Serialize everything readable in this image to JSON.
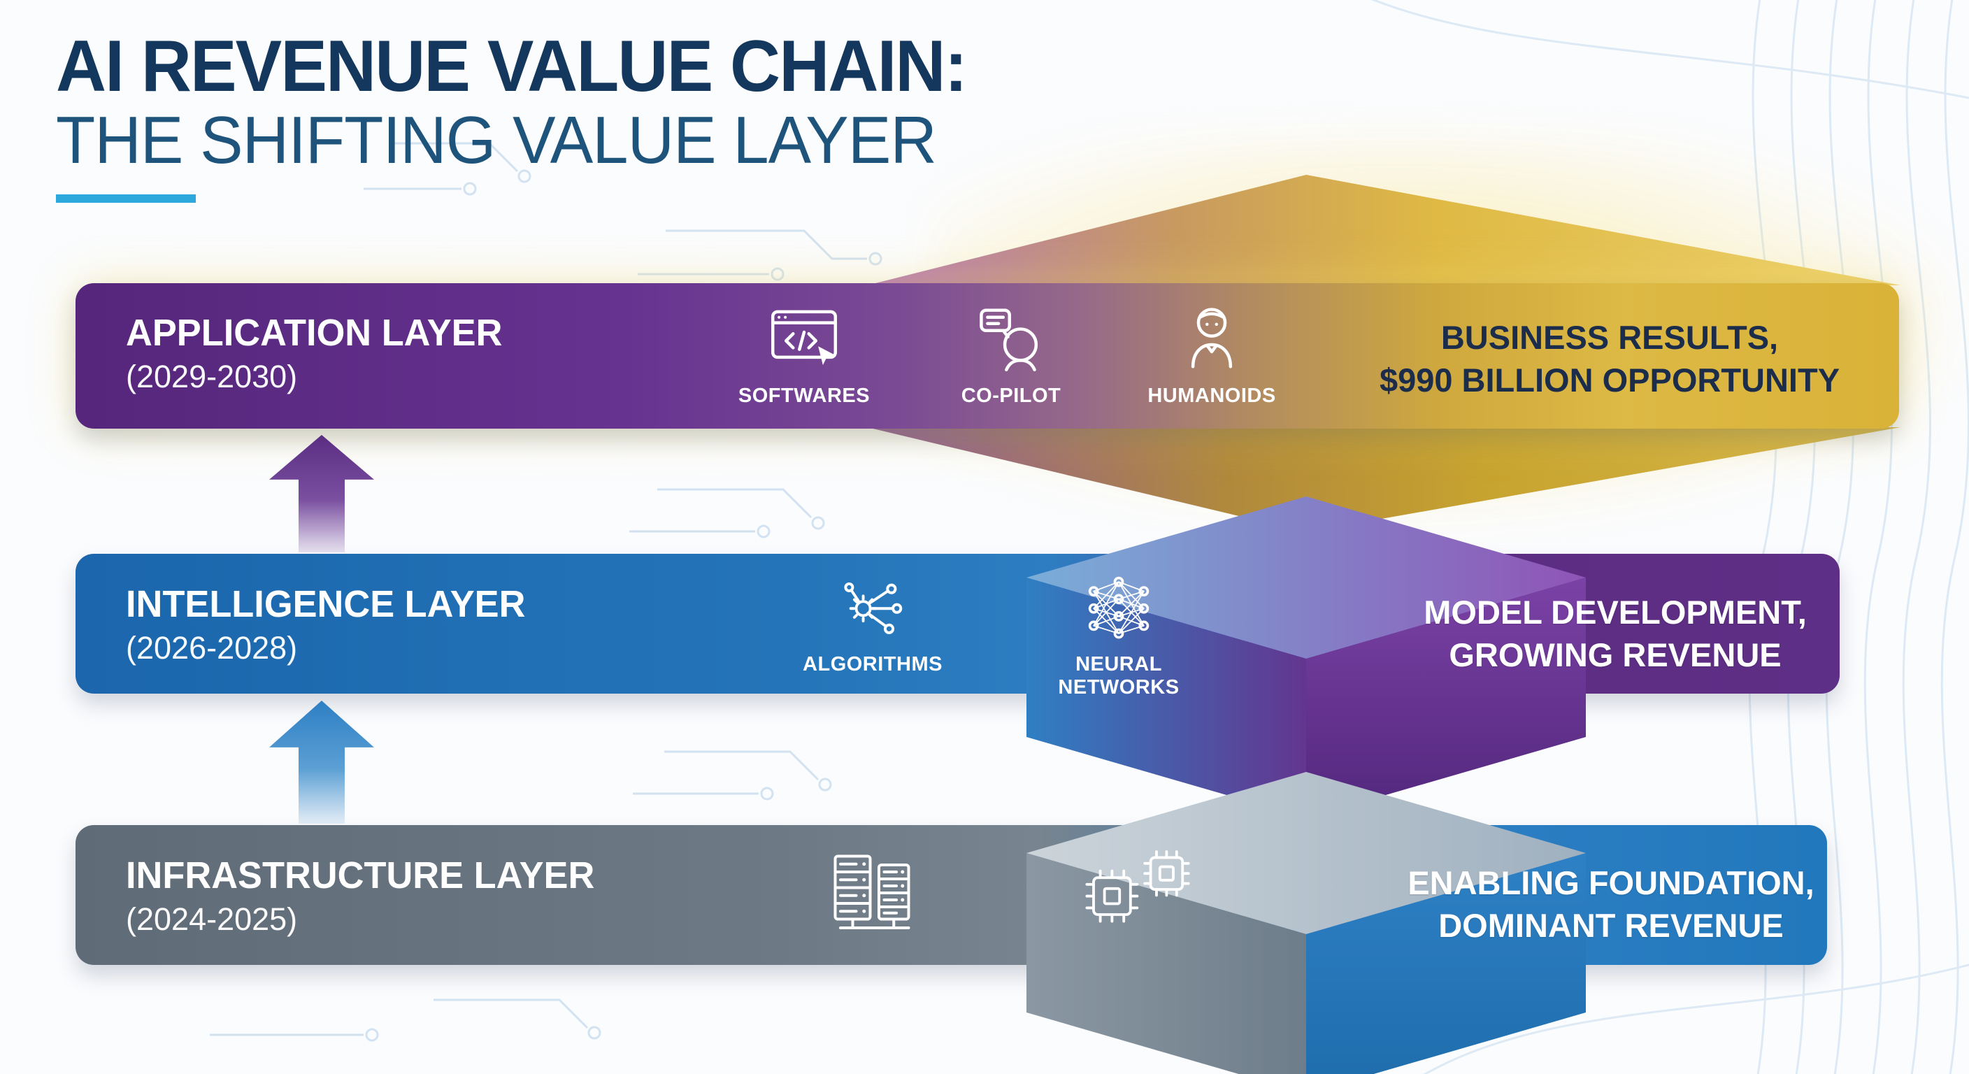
{
  "title": {
    "line1": "AI REVENUE VALUE CHAIN:",
    "line2": "THE SHIFTING VALUE LAYER"
  },
  "layers": {
    "application": {
      "name": "APPLICATION LAYER",
      "years": "(2029-2030)",
      "icons": [
        {
          "name": "softwares-icon",
          "label": "SOFTWARES"
        },
        {
          "name": "copilot-icon",
          "label": "CO-PILOT"
        },
        {
          "name": "humanoids-icon",
          "label": "HUMANOIDS"
        }
      ],
      "result_line1": "BUSINESS RESULTS,",
      "result_line2": "$990 BILLION OPPORTUNITY"
    },
    "intelligence": {
      "name": "INTELLIGENCE LAYER",
      "years": "(2026-2028)",
      "icons": [
        {
          "name": "algorithms-icon",
          "label": "ALGORITHMS"
        },
        {
          "name": "neural-networks-icon",
          "label": "NEURAL NETWORKS"
        }
      ],
      "result_line1": "MODEL DEVELOPMENT,",
      "result_line2": "GROWING REVENUE"
    },
    "infrastructure": {
      "name": "INFRASTRUCTURE LAYER",
      "years": "(2024-2025)",
      "icons": [
        {
          "name": "servers-icon"
        },
        {
          "name": "chips-icon"
        }
      ],
      "result_line1": "ENABLING FOUNDATION,",
      "result_line2": "DOMINANT REVENUE"
    }
  },
  "colors": {
    "title_navy": "#14385d",
    "accent_cyan": "#2da8dd",
    "application_purple": "#5f2f86",
    "gold": "#d9b237",
    "intelligence_blue": "#2474b9",
    "segment_purple": "#5c2d82",
    "infrastructure_gray": "#6d7984",
    "segment_blue": "#2e7fc4",
    "result_text_dark": "#1c2d4b"
  }
}
